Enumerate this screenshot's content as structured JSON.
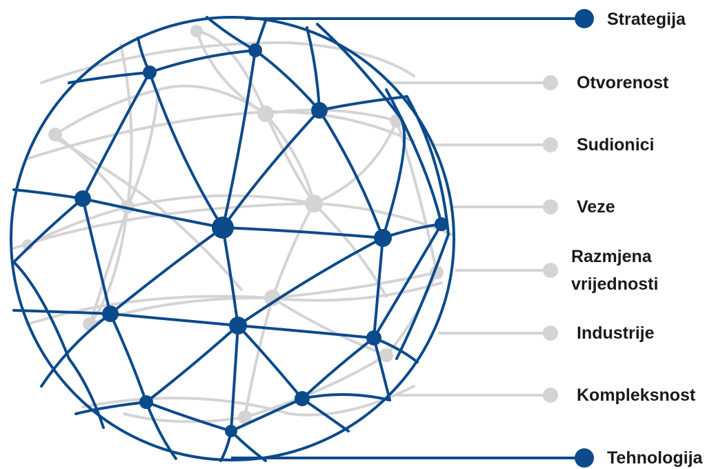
{
  "colors": {
    "primary": "#0b4a8b",
    "secondary": "#d4d4d4",
    "label": "#1a1a1a"
  },
  "dimensions": [
    {
      "label": "Strategija",
      "emphasis": "primary"
    },
    {
      "label": "Otvorenost",
      "emphasis": "secondary"
    },
    {
      "label": "Sudionici",
      "emphasis": "secondary"
    },
    {
      "label": "Veze",
      "emphasis": "secondary"
    },
    {
      "label": "Razmjena vrijednosti",
      "label_lines": [
        "Razmjena",
        "vrijednosti"
      ],
      "emphasis": "secondary"
    },
    {
      "label": "Industrije",
      "emphasis": "secondary"
    },
    {
      "label": "Kompleksnost",
      "emphasis": "secondary"
    },
    {
      "label": "Tehnologija",
      "emphasis": "primary"
    }
  ]
}
